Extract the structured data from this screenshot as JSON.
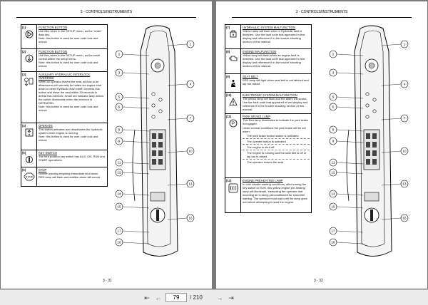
{
  "header": {
    "left": "3 - CONTROLS/INSTRUMENTS",
    "right": "3 - CONTROLS/INSTRUMENTS"
  },
  "page_numbers": {
    "left": "3 - 31",
    "right": "3 - 32"
  },
  "left_items": [
    {
      "num": "(1)",
      "title": "FUNCTION BUTTON",
      "body": "Use this, when in the SETUP menu, as the \"enter\" data key.",
      "note": "Note: this button is used for user code lock and unlock",
      "icon": "function-button-icon"
    },
    {
      "num": "(2)",
      "title": "FUNCTION BUTTON",
      "body": "Use this, when in the SETUP menu, as the scroll control within the setup menu.",
      "note": "Note: this button is used for user code lock and unlock",
      "icon": "function-scroll-icon"
    },
    {
      "num": "(3)",
      "title": "AUXILIARY HYDRAULIC INTERLOCK OVERRIDE",
      "body": "When an operator leaves the seat, all flow to an attachment will normally be halted via engine shut down or direct hydraulic flow cutoff. Depress this button and leave the seat within 30 seconds to defeat this interlock. Small red indicator lamp below the switch illuminates when the interlock is DEFEATED.",
      "note": "Note: this button is used for user code lock and unlock",
      "icon": "aux-hydraulic-icon"
    },
    {
      "num": "(4)",
      "title": "OPERATE",
      "body": "This button activates and deactivates the hydraulic system when engine is running.",
      "note": "Note: this button is used for user code lock and unlock",
      "icon": "operate-icon"
    },
    {
      "num": "(5)",
      "title": "KEY SWITCH",
      "body": "The four position key switch has AUX, ON, RUN and START operations.",
      "note": "",
      "icon": "key-switch-icon"
    },
    {
      "num": "(6)",
      "title": "STOP",
      "body": "Severe warning requiring immediate shut down. RED lamp will flash and audible alarm will sound.",
      "note": "",
      "icon": "stop-icon",
      "icon_text": "STOP"
    }
  ],
  "right_items": [
    {
      "num": "(7)",
      "title": "HYDRAULIC SYSTEM MALFUNCTION",
      "body": "Yellow Lamp will flash when a Hydraulic fault is detected. Use the fault code that appeared in text display and reference it in the trouble shooting section of this manual.",
      "icon": "hydraulic-malfunction-icon"
    },
    {
      "num": "(8)",
      "title": "ENGINE MALFUNCTION",
      "body": "Yellow lamp will flash when an engine fault is detected. Use the fault code that appeared in text display and reference it in the trouble shooting section of this manual.",
      "icon": "engine-malfunction-icon"
    },
    {
      "num": "(9)",
      "title": "SEAT BELT",
      "body": "RED lamp will light when seat belt is not latched and lap bar raised.",
      "icon": "seat-belt-icon"
    },
    {
      "num": "(10)",
      "title": "ELECTRONIC SYSTEM MALFUNCTION",
      "body": "The yellow lamp will flash and the alarm will sound. Use the fault code that appeared in text display and reference it in the trouble shooting section of this manual.",
      "icon": "electronic-malfunction-icon"
    },
    {
      "num": "(11)",
      "title": "PARK BRAKE LAMP",
      "body": "This Red lamp illuminates to indicate the park brake is engaged.",
      "sub": "Under normal conditions the park brake will be set when:",
      "icon": "park-brake-icon",
      "icon_text": "P",
      "conditions": [
        "The park brake button switch is activated",
        "The operate button is activated",
        "The engine is shut off.",
        "The engine is running and the seat belt is off or lap bar is raised.",
        "The operator leaves the seat."
      ]
    },
    {
      "num": "(12)",
      "title": "ENGINE PREHEATING LAMP",
      "body": "In cold climate starting conditions, after turning the key switch to RUN, this yellow engine pre-heating lamp will illuminate, instructing the operator that incoming air is being preconditioned for smoother starting. The operator must wait until the lamp goes out before attempting to start the engine.",
      "icon": "preheat-icon"
    }
  ],
  "callouts_left": [
    "1",
    "2",
    "3",
    "4",
    "5",
    "6",
    "7",
    "8",
    "9",
    "10",
    "11",
    "12",
    "13",
    "14",
    "15",
    "16",
    "17",
    "18"
  ],
  "callouts_right": [
    "1",
    "2",
    "3",
    "4",
    "5",
    "6",
    "7",
    "8",
    "9",
    "10",
    "11",
    "12",
    "13",
    "14",
    "15",
    "16",
    "17",
    "18"
  ],
  "toolbar": {
    "page": "79",
    "total": "/ 210"
  }
}
